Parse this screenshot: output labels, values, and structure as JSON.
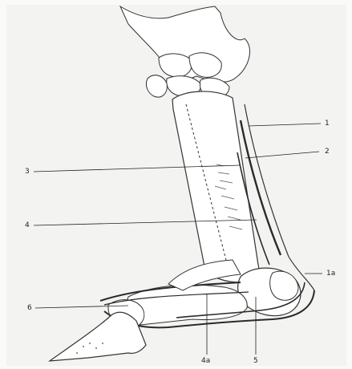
{
  "figure": {
    "labels": {
      "l1": "1",
      "l2": "2",
      "l3": "3",
      "l4": "4",
      "l1a": "1a",
      "l6": "6",
      "l4a": "4a",
      "l5": "5"
    }
  },
  "colors": {
    "photo_frame": "#fafaf9",
    "paper": "#f3f3f1",
    "bone_fill": "#ffffff",
    "ink": "#333333",
    "tendon_dark": "#2a2a2a",
    "leader_line": "#222222"
  }
}
